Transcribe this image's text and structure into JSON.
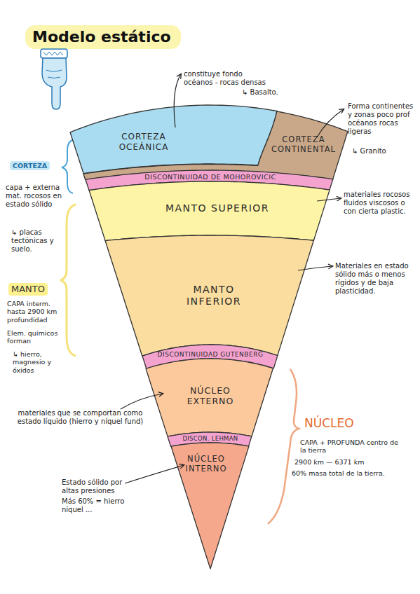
{
  "diagram": {
    "title": "Modelo estático",
    "nodes": [
      {
        "text": [
          "CORTEZA OCEÁNICA"
        ]
      },
      {
        "text": [
          "CORTEZA CONTINENTAL"
        ]
      },
      {
        "text": [
          "DISCONTINUIDAD DE MOHOROVICIC"
        ]
      },
      {
        "text": [
          "MANTO SUPERIOR"
        ]
      },
      {
        "text": [
          "MANTO INFERIOR"
        ]
      },
      {
        "text": [
          "DISCONTINUIDAD GUTENBERG"
        ]
      },
      {
        "text": [
          "NÚCLEO EXTERNO"
        ]
      },
      {
        "text": [
          "DISCON. LEHMAN"
        ]
      },
      {
        "text": [
          "NÚCLEO INTERNO"
        ]
      }
    ],
    "labels": [
      "constituye fondo océanos - rocas densas",
      "↳ Basalto.",
      "Forma continentes y zonas poco prof océanos rocas ligeras",
      "↳ Granito",
      "CORTEZA",
      "capa + externa mat. rocosos en estado sólido",
      "↳ placas tectónicas y suelo.",
      "materiales rocosos fluidos viscosos o con cierta plastic.",
      "MANTO",
      "CAPA interm. hasta 2900 km profundidad",
      "Elem. químicos forman",
      "↳ hierro, magnesio y óxidos",
      "Materiales en estado sólido más o menos rígidos y de baja plasticidad.",
      "materiales que se comportan como estado líquido (hierro y níquel fund)",
      "NÚCLEO",
      "CAPA + PROFUNDA centro de la tierra",
      "2900 km — 6371 km",
      "60% masa total de la tierra.",
      "Estado sólido por altas presiones",
      "Más 60% = hierro níquel ..."
    ]
  }
}
